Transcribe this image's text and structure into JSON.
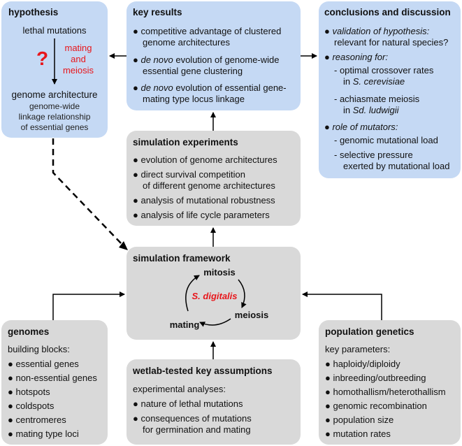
{
  "hypothesis": {
    "title": "hypothesis",
    "lethal": "lethal mutations",
    "question_mark": "?",
    "mating": "mating",
    "and": "and",
    "meiosis": "meiosis",
    "genome_architecture": "genome architecture",
    "sub1": "genome-wide",
    "sub2": "linkage relationship",
    "sub3": "of essential genes"
  },
  "key_results": {
    "title": "key results",
    "b1_l1": "● competitive advantage of clustered",
    "b1_l2": "genome architectures",
    "b2_it": "de novo",
    "b2_l1": " evolution of genome-wide",
    "b2_l2": "essential gene clustering",
    "b3_it": "de novo",
    "b3_l1": " evolution of essential gene-",
    "b3_l2": "mating type locus linkage"
  },
  "conclusions": {
    "title": "conclusions and discussion",
    "validation": "validation of hypothesis:",
    "relevant": "relevant for natural species?",
    "reasoning": "reasoning for:",
    "optimal": "-  optimal crossover rates",
    "in": "in ",
    "scerevisiae": "S. cerevisiae",
    "achiasmate": "-  achiasmate meiosis",
    "in2": "in ",
    "sdludwigii": "Sd. ludwigii",
    "role": "role of mutators:",
    "genomic_load": "-  genomic mutational load",
    "selective": "-  selective pressure",
    "exerted": "exerted by mutational load"
  },
  "simulation_experiments": {
    "title": "simulation experiments",
    "i1": "● evolution of genome architectures",
    "i2_l1": "● direct survival competition",
    "i2_l2": "of different genome architectures",
    "i3": "● analysis of mutational robustness",
    "i4": "● analysis of life cycle parameters"
  },
  "simulation_framework": {
    "title": "simulation framework",
    "mitosis": "mitosis",
    "species": "S. digitalis",
    "meiosis": "meiosis",
    "mating": "mating"
  },
  "genomes": {
    "title": "genomes",
    "subtitle": "building blocks:",
    "items": [
      "● essential genes",
      "● non-essential genes",
      "● hotspots",
      "● coldspots",
      "● centromeres",
      "● mating type loci"
    ]
  },
  "wetlab": {
    "title": "wetlab-tested key assumptions",
    "subtitle": "experimental analyses:",
    "i1": "● nature of lethal mutations",
    "i2_l1": "● consequences of mutations",
    "i2_l2": "for germination and mating"
  },
  "population_genetics": {
    "title": "population genetics",
    "subtitle": "key parameters:",
    "items": [
      "● haploidy/diploidy",
      "● inbreeding/outbreeding",
      "● homothallism/heterothallism",
      "● genomic recombination",
      "● population size",
      "● mutation rates"
    ]
  },
  "colors": {
    "blue_box": "#c5d9f4",
    "gray_box": "#d9d9d9",
    "accent_red": "#e8161b"
  }
}
